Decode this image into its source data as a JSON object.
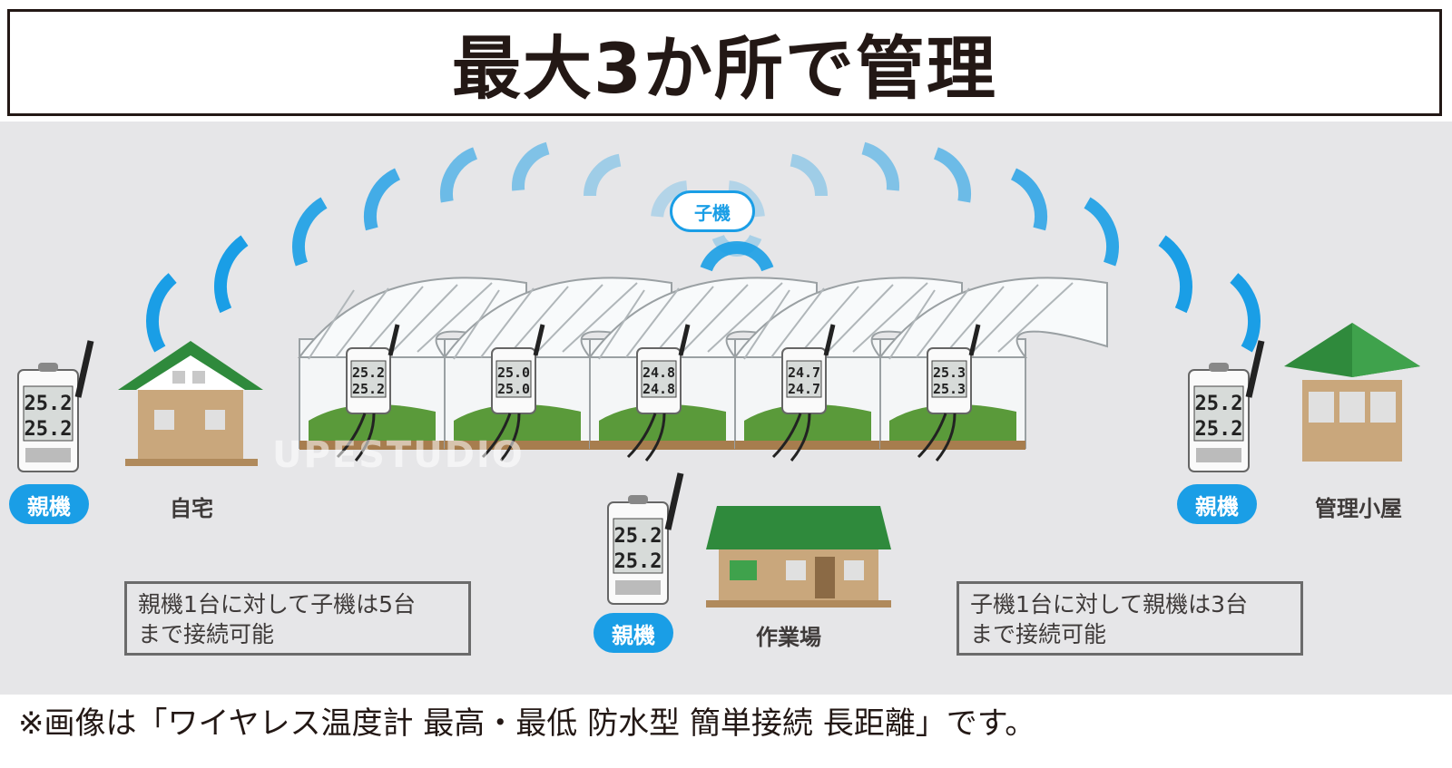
{
  "title": "最大3か所で管理",
  "child_unit_label": "子機",
  "parent_unit_label": "親機",
  "locations": {
    "home": "自宅",
    "workplace": "作業場",
    "hut": "管理小屋"
  },
  "info_left": [
    "親機1台に対して子機は5台",
    "まで接続可能"
  ],
  "info_right": [
    "子機1台に対して親機は3台",
    "まで接続可能"
  ],
  "watermark": "UPESTUDIO",
  "footnote": "※画像は「ワイヤレス温度計 最高・最低 防水型 簡単接続 長距離」です。",
  "greenhouse_readings": [
    [
      "25.2",
      "25.2"
    ],
    [
      "25.0",
      "25.0"
    ],
    [
      "24.8",
      "24.8"
    ],
    [
      "24.7",
      "24.7"
    ],
    [
      "25.3",
      "25.3"
    ]
  ],
  "parent_readings": [
    "25.2",
    "25.2"
  ],
  "colors": {
    "wave_blue": "#1a9ee6",
    "roof_green": "#2f8a3c",
    "wall_tan": "#c9a77c",
    "title_text": "#231815"
  }
}
